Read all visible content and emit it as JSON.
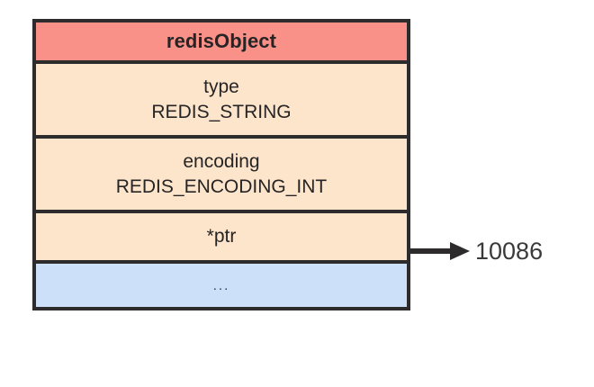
{
  "diagram": {
    "title": "redisObject",
    "struct": {
      "header_label": "redisObject",
      "fields": [
        {
          "name": "type",
          "value": "REDIS_STRING"
        },
        {
          "name": "encoding",
          "value": "REDIS_ENCODING_INT"
        }
      ],
      "pointer_field": {
        "name": "*ptr",
        "target_value": "10086"
      },
      "ellipsis_row": "..."
    },
    "colors": {
      "header_fill": "#fa9189",
      "field_fill": "#fde5cc",
      "ellipsis_fill": "#cce0fa",
      "border": "#2d2b2b",
      "text": "#262424",
      "background": "#ffffff"
    }
  }
}
